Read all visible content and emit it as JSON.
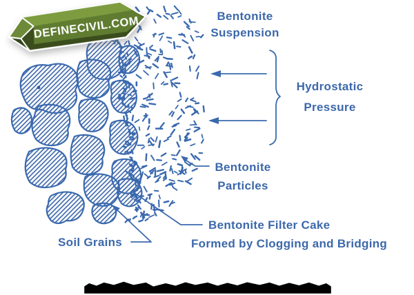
{
  "badge": {
    "text": "DEFINECIVIL.COM"
  },
  "labels": {
    "suspension_line1": "Bentonite",
    "suspension_line2": "Suspension",
    "hydrostatic_line1": "Hydrostatic",
    "hydrostatic_line2": "Pressure",
    "particles_line1": "Bentonite",
    "particles_line2": "Particles",
    "filter_cake_line1": "Bentonite Filter Cake",
    "filter_cake_line2": "Formed by Clogging and Bridging",
    "soil_grains": "Soil Grains"
  },
  "colors": {
    "ink": "#3a69ae",
    "text": "#3c68ab",
    "badge_dark": "#3b4d1d",
    "badge_face": "#5f7c30",
    "badge_light": "#7d9c40",
    "badge_text": "#ffffff"
  }
}
